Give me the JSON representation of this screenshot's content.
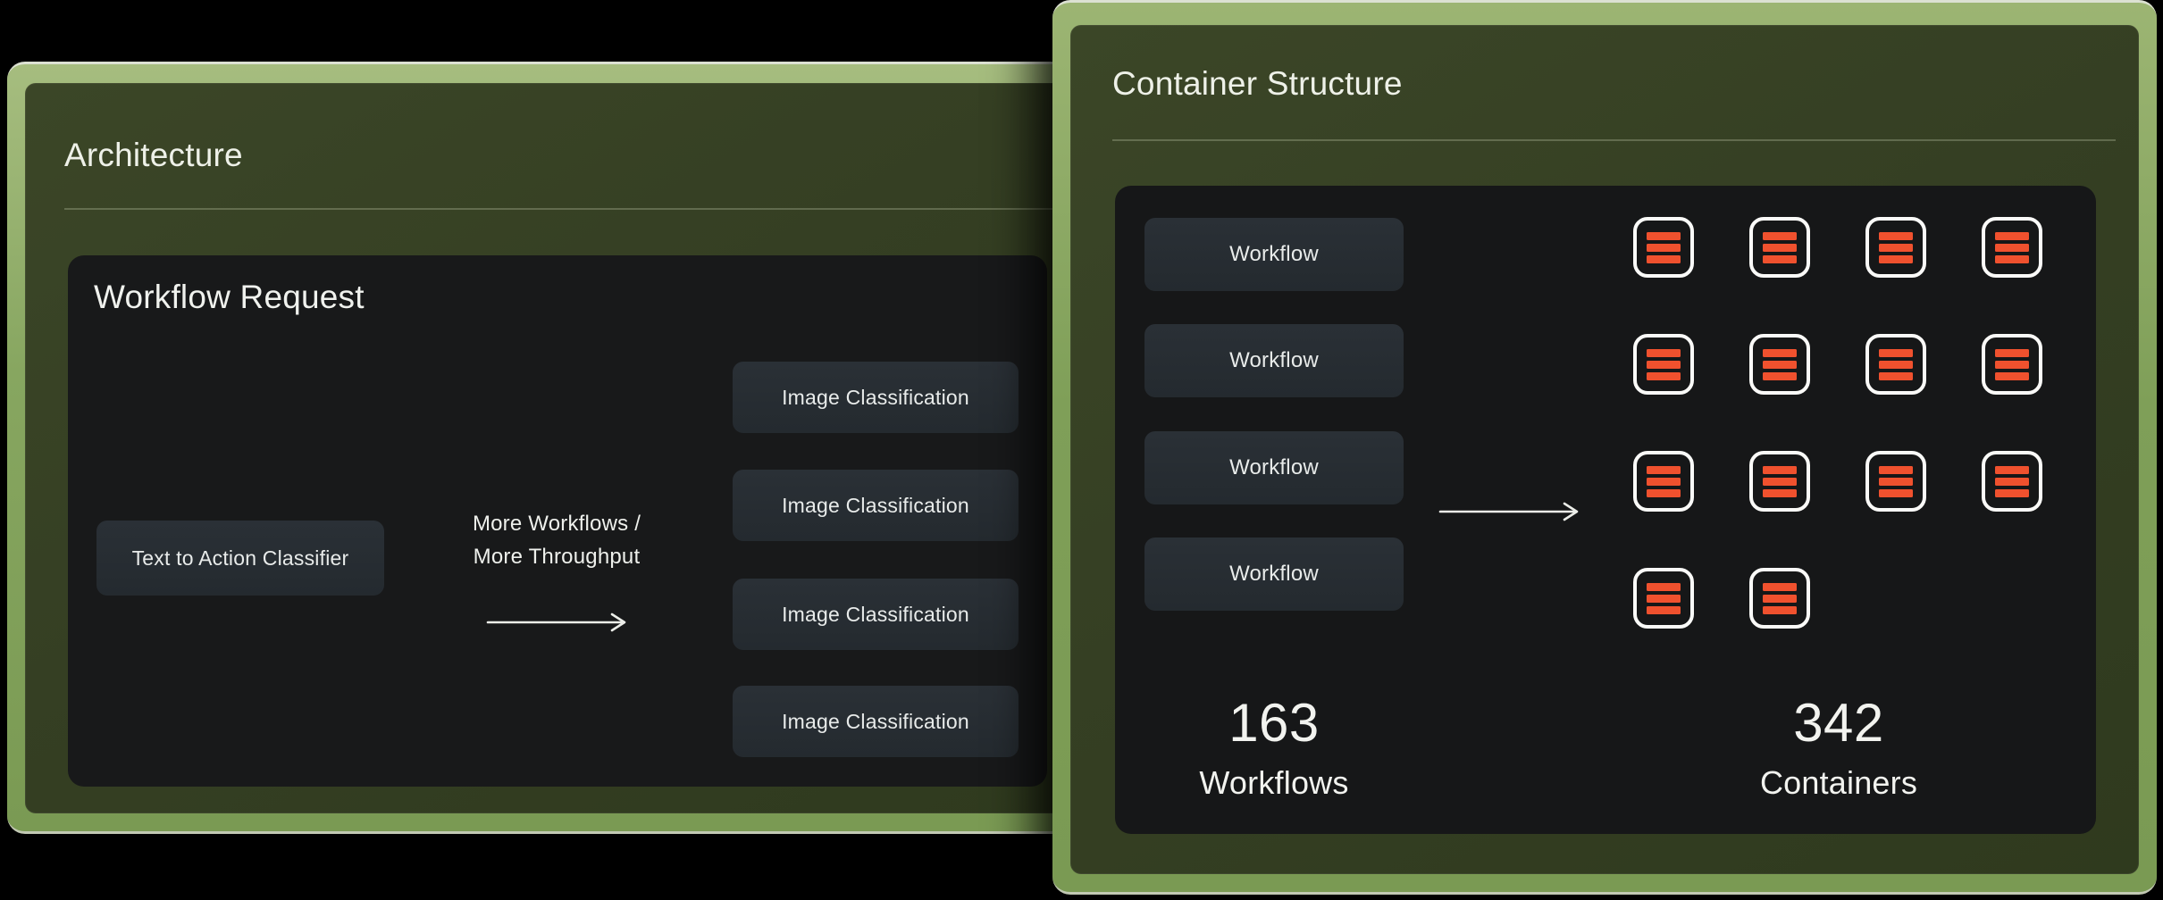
{
  "architecture": {
    "title": "Architecture",
    "panel_title": "Workflow Request",
    "classifier_label": "Text to Action Classifier",
    "scale_note_line1": "More Workflows /",
    "scale_note_line2": "More Throughput",
    "outputs": [
      "Image Classification",
      "Image Classification",
      "Image Classification",
      "Image Classification"
    ]
  },
  "container_structure": {
    "title": "Container Structure",
    "workflows": [
      "Workflow",
      "Workflow",
      "Workflow",
      "Workflow"
    ],
    "container_rows": [
      4,
      4,
      4,
      2
    ],
    "stats": {
      "workflows": {
        "value": "163",
        "label": "Workflows"
      },
      "containers": {
        "value": "342",
        "label": "Containers"
      }
    }
  },
  "icons": {
    "container": "container-icon",
    "flow_arrow": "arrow-right-icon"
  },
  "colors": {
    "accent_orange": "#F0512E",
    "border_green_light": "#A6BD7F",
    "border_green": "#7A9A53",
    "panel_olive": "#343E22",
    "board_dark": "#18191A",
    "node_slate": "#272C31",
    "text_light": "#EEF1E8"
  }
}
